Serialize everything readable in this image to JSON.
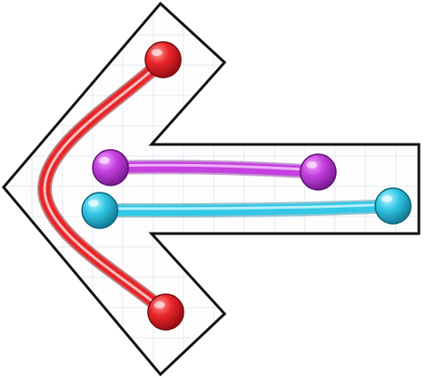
{
  "puzzle": {
    "board_shape": "left-arrow",
    "board_fill": "#fdfdfd",
    "board_outline": "#111111",
    "grid_color": "#e3ecf5",
    "colors": {
      "red": "#e8262a",
      "magenta": "#c640e0",
      "cyan": "#32c8e6"
    },
    "connections": [
      {
        "color": "red",
        "from_cell": [
          5,
          0
        ],
        "to_cell": [
          5,
          8
        ],
        "state": "connected"
      },
      {
        "color": "magenta",
        "from_cell": [
          3,
          4
        ],
        "to_cell": [
          10,
          4
        ],
        "state": "connected"
      },
      {
        "color": "cyan",
        "from_cell": [
          3,
          5
        ],
        "to_cell": [
          12,
          5
        ],
        "state": "connected"
      }
    ]
  }
}
